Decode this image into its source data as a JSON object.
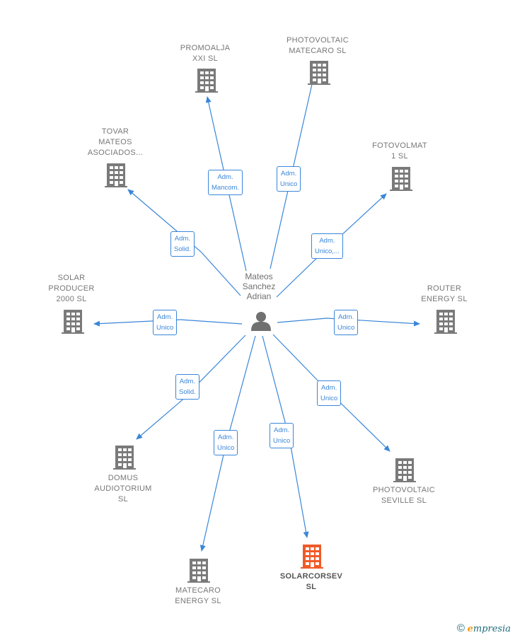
{
  "center": {
    "name": "Mateos\nSanchez\nAdrian",
    "icon": "person-icon"
  },
  "colors": {
    "edge": "#3a86d8",
    "building": "#7a7a7a",
    "highlight": "#f05a28",
    "label": "#777777"
  },
  "nodes": [
    {
      "id": "promoalja",
      "name": "PROMOALJA\nXXI  SL",
      "edge_label": "Adm.\nMancom.",
      "highlight": false,
      "icon": "building-icon"
    },
    {
      "id": "photovoltaic-matecaro",
      "name": "PHOTOVOLTAIC\nMATECARO  SL",
      "edge_label": "Adm.\nUnico",
      "highlight": false,
      "icon": "building-icon"
    },
    {
      "id": "tovar",
      "name": "TOVAR\nMATEOS\nASOCIADOS...",
      "edge_label": "Adm.\nSolid.",
      "highlight": false,
      "icon": "building-icon"
    },
    {
      "id": "fotovolmat",
      "name": "FOTOVOLMAT\n1  SL",
      "edge_label": "Adm.\nUnico,...",
      "highlight": false,
      "icon": "building-icon"
    },
    {
      "id": "solar-producer",
      "name": "SOLAR\nPRODUCER\n2000  SL",
      "edge_label": "Adm.\nUnico",
      "highlight": false,
      "icon": "building-icon"
    },
    {
      "id": "router-energy",
      "name": "ROUTER\nENERGY  SL",
      "edge_label": "Adm.\nUnico",
      "highlight": false,
      "icon": "building-icon"
    },
    {
      "id": "domus",
      "name": "DOMUS\nAUDIOTORIUM\nSL",
      "edge_label": "Adm.\nSolid.",
      "highlight": false,
      "icon": "building-icon"
    },
    {
      "id": "photovoltaic-seville",
      "name": "PHOTOVOLTAIC\nSEVILLE  SL",
      "edge_label": "Adm.\nUnico",
      "highlight": false,
      "icon": "building-icon"
    },
    {
      "id": "matecaro-energy",
      "name": "MATECARO\nENERGY  SL",
      "edge_label": "Adm.\nUnico",
      "highlight": false,
      "icon": "building-icon"
    },
    {
      "id": "solarcorsev",
      "name": "SOLARCORSEV\nSL",
      "edge_label": "Adm.\nUnico",
      "highlight": true,
      "icon": "building-icon"
    }
  ],
  "brand": {
    "copyright": "©",
    "e": "e",
    "rest": "mpresia"
  }
}
